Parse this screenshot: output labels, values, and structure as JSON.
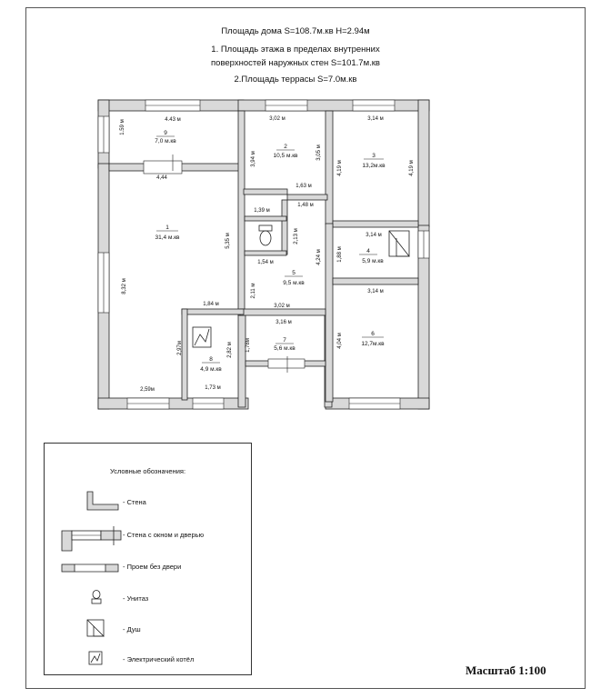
{
  "header": {
    "title": "Площадь дома S=108.7м.кв H=2.94м",
    "line1": "1.      Площадь этажа в пределах внутренних",
    "line2": "поверхностей наружных стен S=101.7м.кв",
    "line3": "2.Площадь террасы S=7.0м.кв"
  },
  "rooms": [
    {
      "num": "1",
      "area": "31,4 м.кв"
    },
    {
      "num": "2",
      "area": "10,5 м.кв"
    },
    {
      "num": "3",
      "area": "13,2м.кв"
    },
    {
      "num": "4",
      "area": "5,9 м.кв"
    },
    {
      "num": "5",
      "area": "9,5 м.кв"
    },
    {
      "num": "6",
      "area": "12,7м.кв"
    },
    {
      "num": "7",
      "area": "5,6 м.кв"
    },
    {
      "num": "8",
      "area": "4,9 м.кв"
    },
    {
      "num": "9",
      "area": "7,0 м.кв"
    }
  ],
  "dims": {
    "d443": "4.43 м",
    "d159": "1.59 м",
    "d444": "4,44",
    "d302a": "3,02 м",
    "d314a": "3,14 м",
    "d394": "3,94 м",
    "d305": "3,05 м",
    "d419a": "4,19 м",
    "d419b": "4,19 м",
    "d163": "1,63 м",
    "d139": "1,39 м",
    "d148": "1,48 м",
    "d535": "5,35 м",
    "d213": "2,13 м",
    "d424": "4,24 м",
    "d314b": "3,14 м",
    "d154": "1,54 м",
    "d188": "1,88 м",
    "d832": "8,32 м",
    "d211": "2,11 м",
    "d314c": "3,14 м",
    "d184": "1,84 м",
    "d302b": "3,02 м",
    "d316": "3,16 м",
    "d178": "1,78м",
    "d297": "2,97м",
    "d282": "2,82 м",
    "d404": "4,04 м",
    "d259": "2,59м",
    "d173": "1,73 м"
  },
  "legend": {
    "title": "Условные обозначения:",
    "wall": "- Стена",
    "window_door": "- Стена с окном и дверью",
    "opening": "- Проем без двери",
    "toilet": "- Унитаз",
    "shower": "- Душ",
    "boiler": "- Электрический котёл"
  },
  "scale": "Масштаб 1:100",
  "colors": {
    "wall": "#d9d9d9",
    "wall_stroke": "#222222",
    "window": "#ffffff"
  }
}
